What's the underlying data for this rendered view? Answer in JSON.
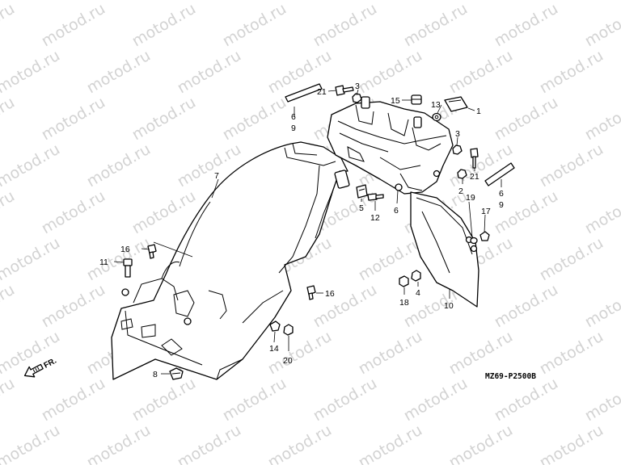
{
  "diagram": {
    "figure_code": "MZ69-P2500B",
    "direction_label": "FR.",
    "watermark_text": "motod.ru",
    "callouts": {
      "c1": "1",
      "c2": "2",
      "c3a": "3",
      "c3b": "3",
      "c4": "4",
      "c5": "5",
      "c6a": "6",
      "c6b": "6",
      "c6c": "6",
      "c7": "7",
      "c8": "8",
      "c9a": "9",
      "c9b": "9",
      "c10": "10",
      "c11": "11",
      "c12": "12",
      "c13": "13",
      "c14": "14",
      "c15": "15",
      "c16a": "16",
      "c16b": "16",
      "c17": "17",
      "c18": "18",
      "c19": "19",
      "c20": "20",
      "c21a": "21",
      "c21b": "21"
    }
  }
}
